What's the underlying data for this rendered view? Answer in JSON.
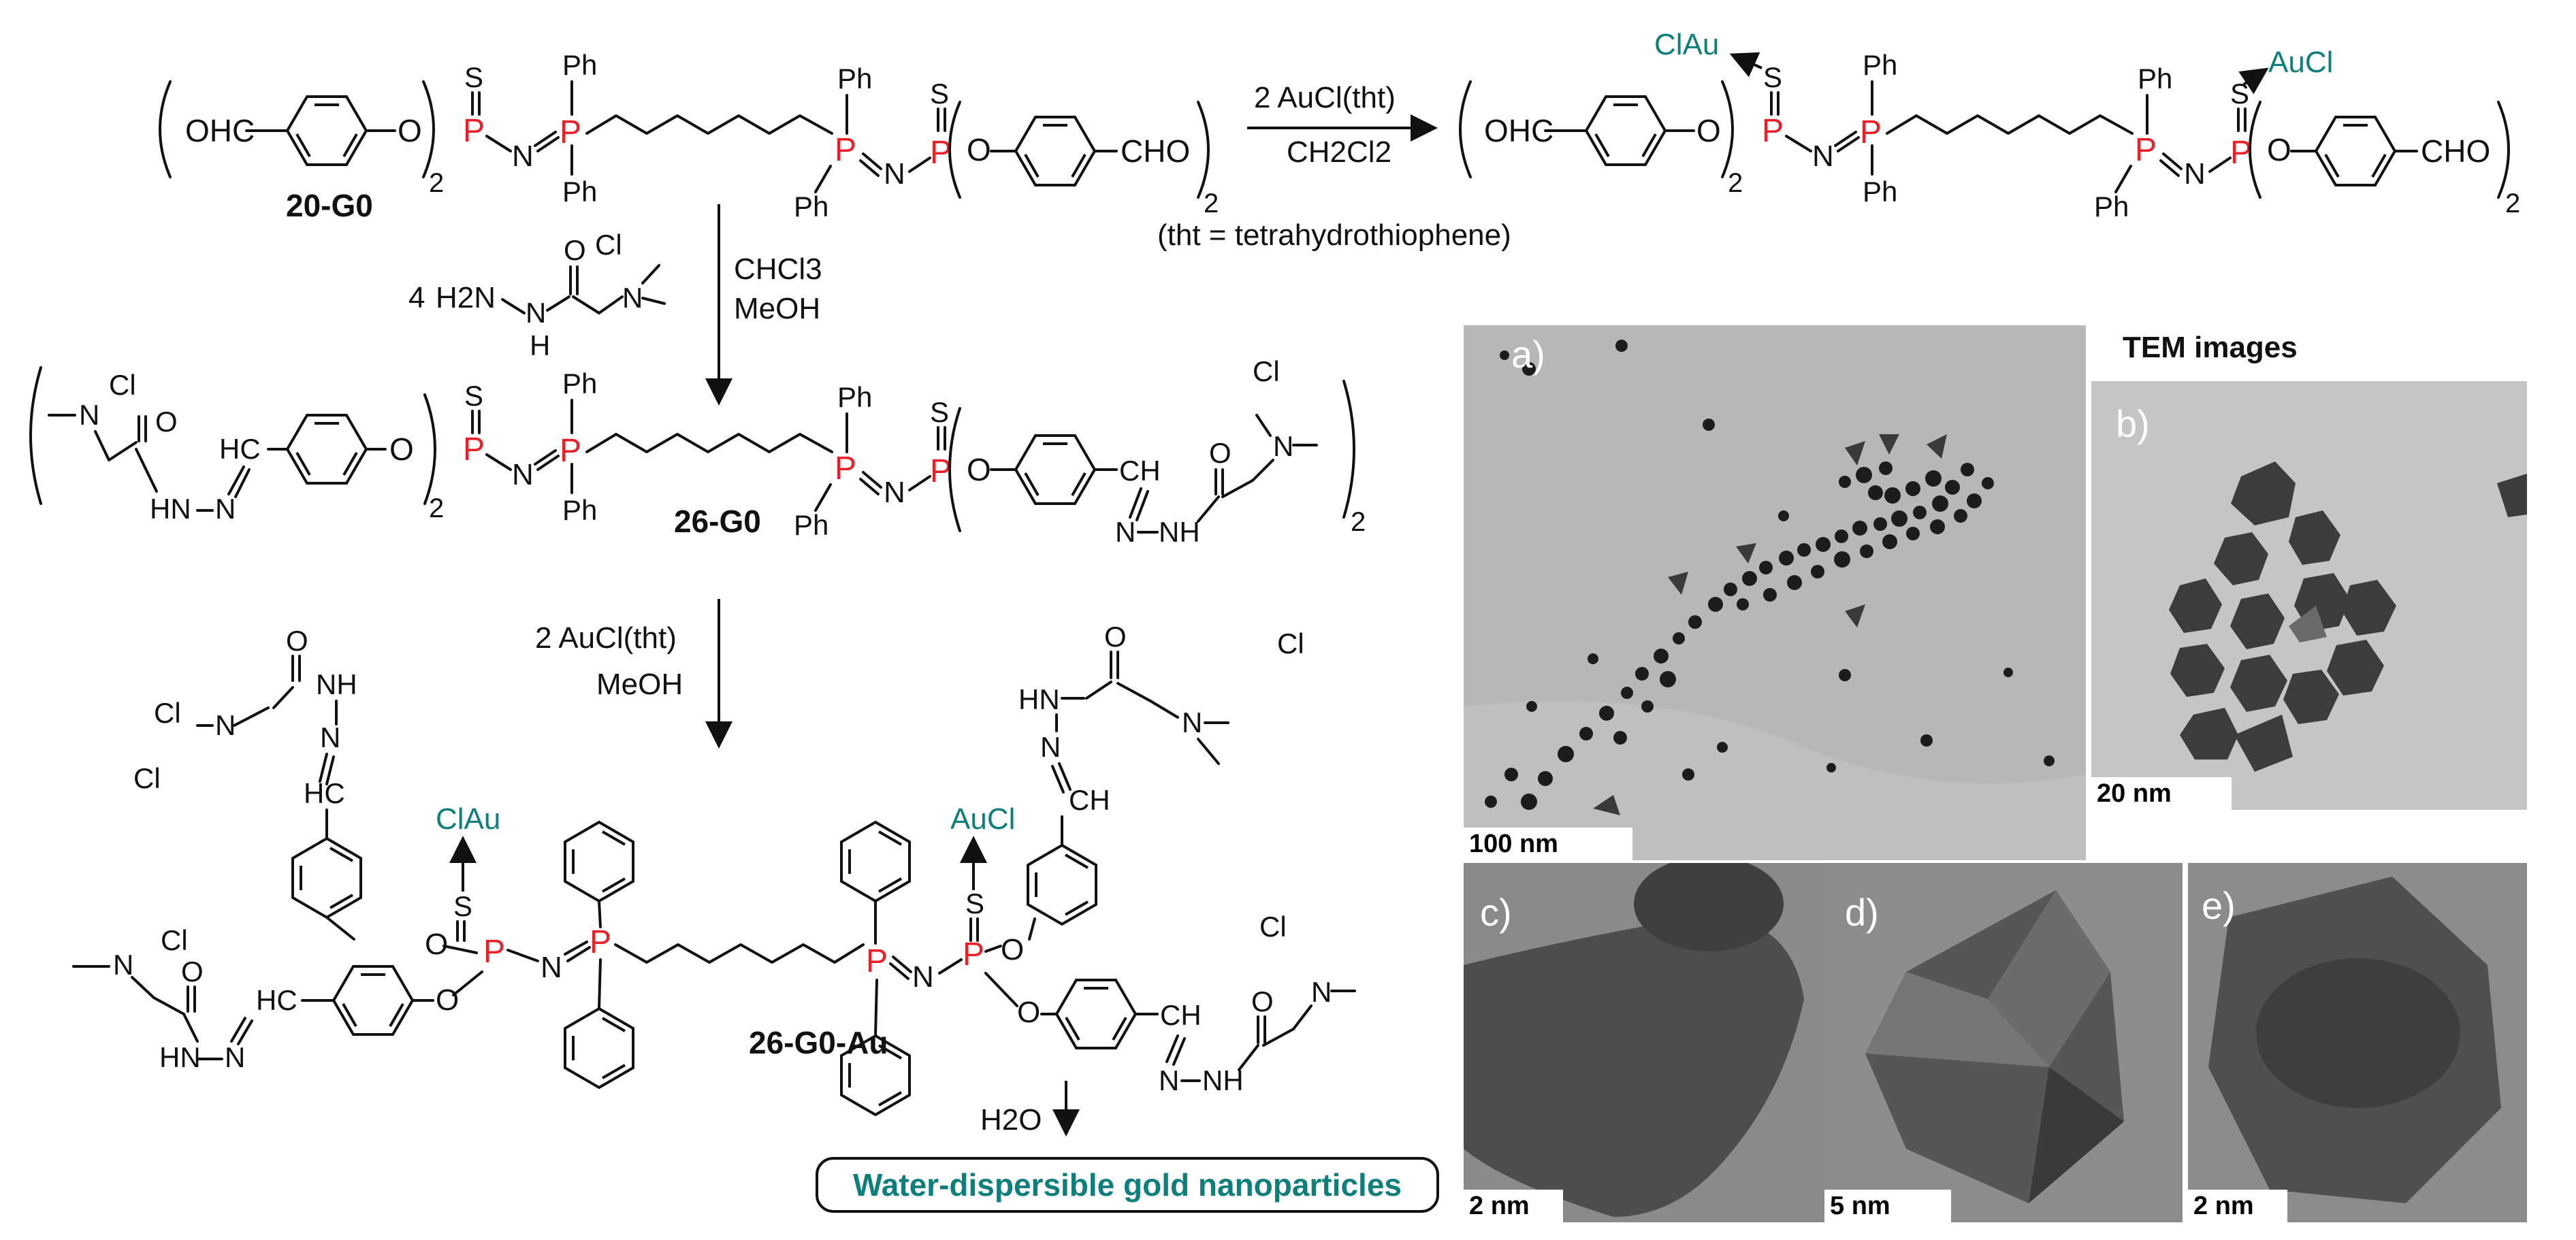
{
  "compounds": {
    "start": "20-G0",
    "hydrazone": "26-G0",
    "gold_complex": "26-G0-Au"
  },
  "reactions": {
    "top_reagent": "2 AuCl(tht)",
    "top_solvent": "CH2Cl2",
    "tht_note": "(tht = tetrahydrothiophene)",
    "step1_reagent": "4",
    "step1_solvent1": "CHCl3",
    "step1_solvent2": "MeOH",
    "step2_reagent": "2 AuCl(tht)",
    "step2_solvent": "MeOH",
    "step3_reagent": "H2O"
  },
  "groups": {
    "ph": "Ph",
    "cho": "CHO",
    "ohc": "OHC",
    "clau": "ClAu",
    "aucl": "AuCl",
    "cl": "Cl",
    "s": "S",
    "p": "P",
    "n": "N",
    "o": "O",
    "hc": "HC",
    "ch": "CH",
    "hn": "HN",
    "nh": "NH",
    "h2n": "H2N",
    "h": "H",
    "sub2": "2"
  },
  "result_label": "Water-dispersible gold nanoparticles",
  "tem": {
    "title": "TEM images",
    "panels": [
      {
        "label": "a)",
        "scale": "100 nm"
      },
      {
        "label": "b)",
        "scale": "20 nm"
      },
      {
        "label": "c)",
        "scale": "2 nm"
      },
      {
        "label": "d)",
        "scale": "5 nm"
      },
      {
        "label": "e)",
        "scale": "2 nm"
      }
    ]
  },
  "colors": {
    "phosphorus": "#e8202a",
    "gold_label": "#0f7f7c",
    "tem_background": "#b9b9b9"
  }
}
